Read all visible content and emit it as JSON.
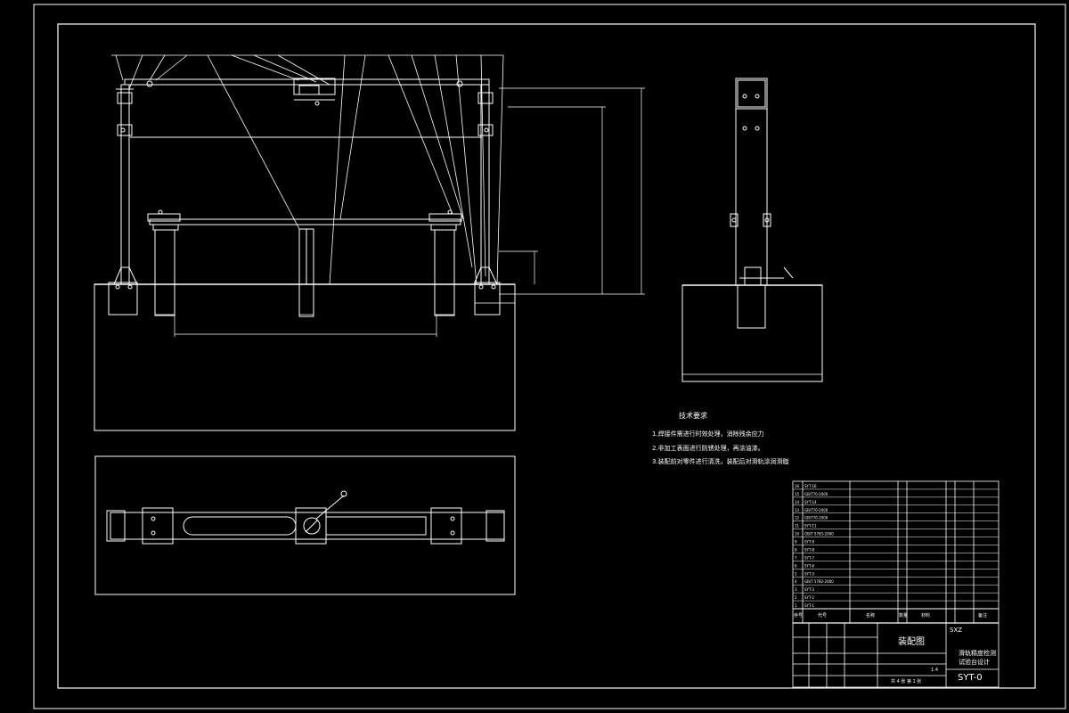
{
  "technical_notes": {
    "title": "技术要求",
    "items": [
      "1.焊接件需进行时效处理，消除残余应力",
      "2.非加工表面进行防锈处理，再涂油漆。",
      "3.装配前对零件进行清洗，装配后对滑轨涂润滑脂"
    ]
  },
  "title_block": {
    "drawing_type": "装配图",
    "school": "SXZ",
    "title_line1": "滑轨精度检测",
    "title_line2": "试验台设计",
    "drawing_number": "SYT-0",
    "sheet_info": "共 4 张  第 1 张",
    "scale": "1:4"
  },
  "parts_list": {
    "headers": [
      "序号",
      "代号",
      "名称",
      "数量",
      "材料",
      "备注"
    ],
    "rows": [
      [
        "16",
        "SYT-16",
        "",
        "",
        "",
        ""
      ],
      [
        "15",
        "GB/T70-2000",
        "",
        "",
        "",
        ""
      ],
      [
        "14",
        "SYT-14",
        "",
        "",
        "",
        ""
      ],
      [
        "13",
        "GB/T70-2000",
        "",
        "",
        "",
        ""
      ],
      [
        "12",
        "GB/T70-2000",
        "",
        "",
        "",
        ""
      ],
      [
        "11",
        "SYT-11",
        "",
        "",
        "",
        ""
      ],
      [
        "10",
        "GB/T 5783-2000",
        "",
        "",
        "",
        ""
      ],
      [
        "9",
        "SYT-9",
        "",
        "",
        "",
        ""
      ],
      [
        "8",
        "SYT-8",
        "",
        "",
        "",
        ""
      ],
      [
        "7",
        "SYT-7",
        "",
        "",
        "",
        ""
      ],
      [
        "6",
        "SYT-6",
        "",
        "",
        "",
        ""
      ],
      [
        "5",
        "SYT-5",
        "",
        "",
        "",
        ""
      ],
      [
        "4",
        "GB/T 5782-2000",
        "",
        "",
        "",
        ""
      ],
      [
        "3",
        "SYT-3",
        "",
        "",
        "",
        ""
      ],
      [
        "2",
        "SYT-2",
        "",
        "",
        "",
        ""
      ],
      [
        "1",
        "SYT-1",
        "",
        "",
        "",
        ""
      ]
    ]
  },
  "colors": {
    "background": "#000000",
    "lines": "#ffffff"
  }
}
